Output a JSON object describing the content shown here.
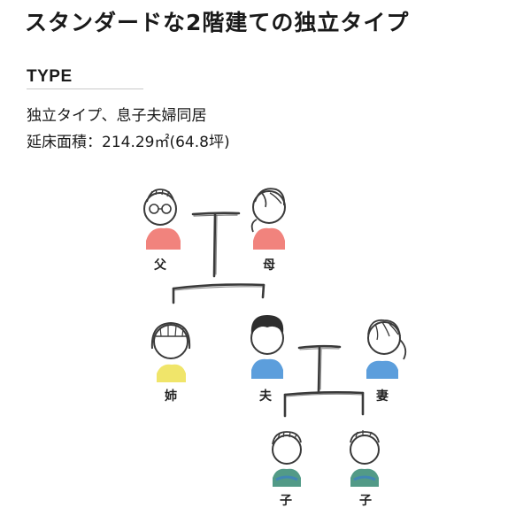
{
  "header": {
    "title": "スタンダードな2階建ての独立タイプ"
  },
  "type_section": {
    "heading": "TYPE",
    "description": "独立タイプ、息子夫婦同居",
    "floor_area": "延床面積：214.29㎡(64.8坪)"
  },
  "family_tree": {
    "members": [
      {
        "id": "father",
        "label": "父",
        "color": "#f0766f"
      },
      {
        "id": "mother",
        "label": "母",
        "color": "#f0766f"
      },
      {
        "id": "sister",
        "label": "姉",
        "color": "#eee25a"
      },
      {
        "id": "husband",
        "label": "夫",
        "color": "#4a93d8"
      },
      {
        "id": "wife",
        "label": "妻",
        "color": "#4a93d8"
      },
      {
        "id": "child1",
        "label": "子",
        "color": "#3f8f7a"
      },
      {
        "id": "child2",
        "label": "子",
        "color": "#3f8f7a"
      }
    ],
    "line_color": "#3a3a3a"
  }
}
